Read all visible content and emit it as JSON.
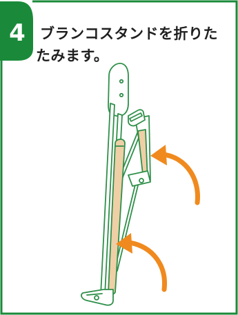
{
  "step": {
    "number": "4",
    "title_line1": "ブランコスタンドを折りた",
    "title_line2": "たみます。"
  },
  "colors": {
    "frame_green": "#1a8a3a",
    "stand_outline": "#2f8f4a",
    "padding_tan": "#efcfa6",
    "arrow_orange": "#f08a1e"
  },
  "icons": [
    "fold-arrow-icon",
    "fold-arrow-icon"
  ]
}
